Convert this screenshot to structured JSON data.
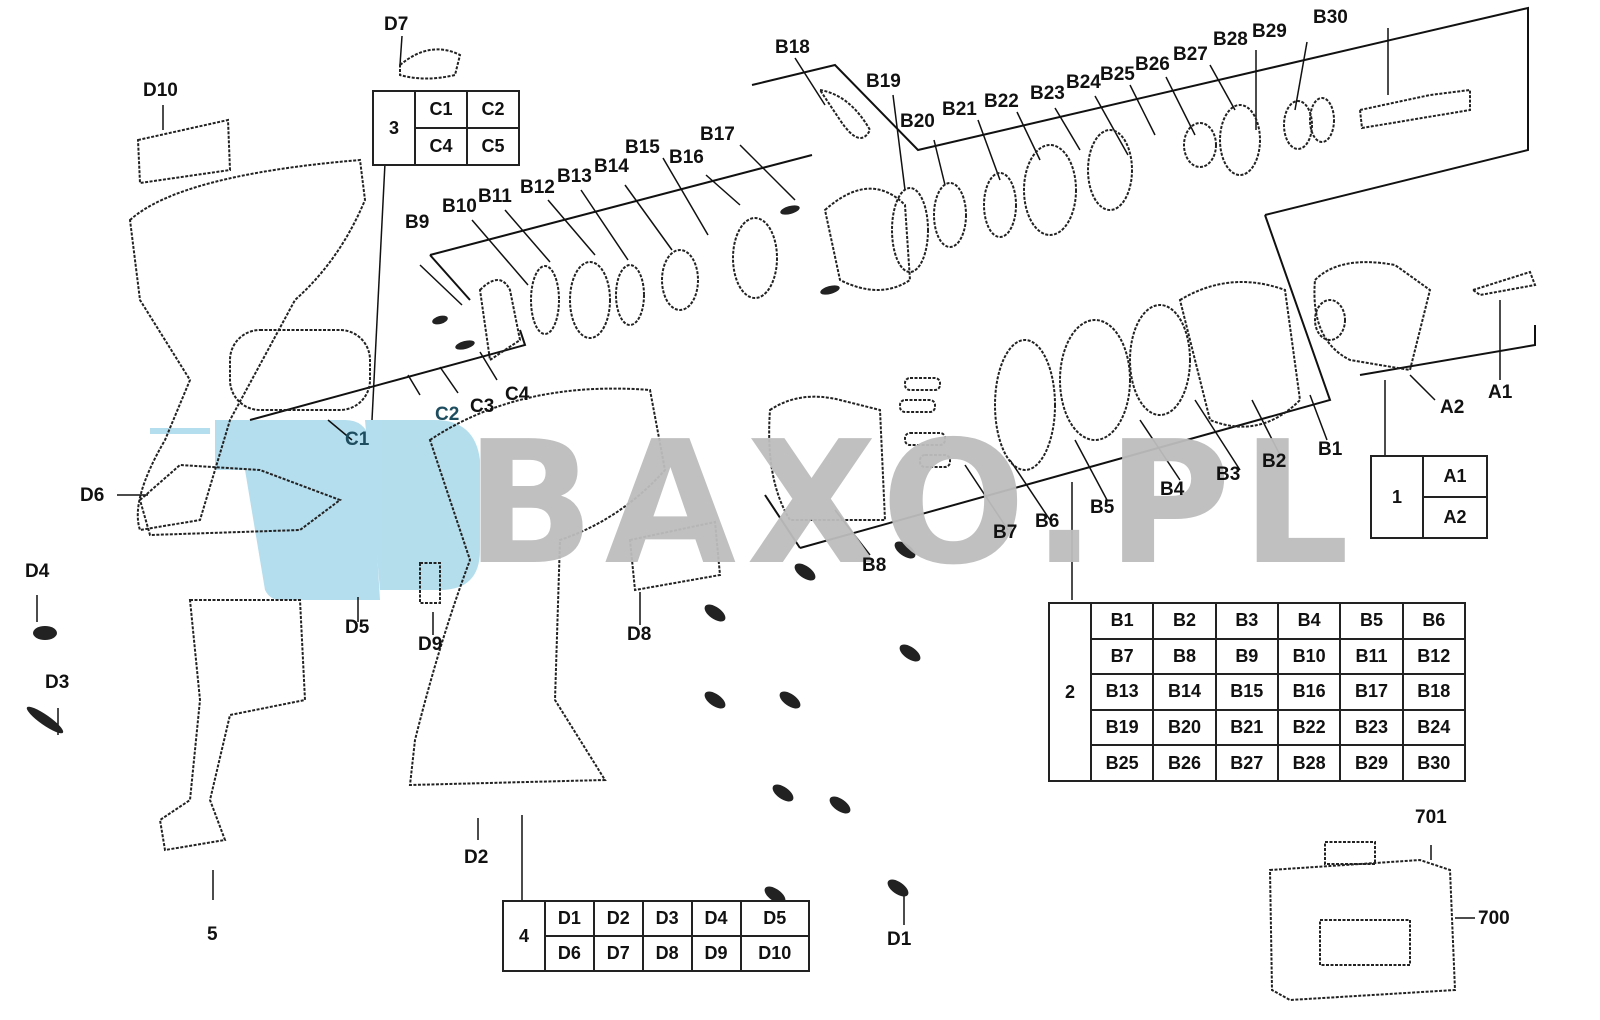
{
  "diagram": {
    "title": "Cordless drill/driver exploded parts diagram",
    "watermark": {
      "text": "BAXO.PL",
      "logo_color": "#a8d8ea",
      "text_color": "#bdbdbd"
    },
    "callouts": {
      "A1": "A1",
      "A2": "A2",
      "B1": "B1",
      "B2": "B2",
      "B3": "B3",
      "B4": "B4",
      "B5": "B5",
      "B6": "B6",
      "B7": "B7",
      "B8": "B8",
      "B9": "B9",
      "B10": "B10",
      "B11": "B11",
      "B12": "B12",
      "B13": "B13",
      "B14": "B14",
      "B15": "B15",
      "B16": "B16",
      "B17": "B17",
      "B18": "B18",
      "B19": "B19",
      "B20": "B20",
      "B21": "B21",
      "B22": "B22",
      "B23": "B23",
      "B24": "B24",
      "B25": "B25",
      "B26": "B26",
      "B27": "B27",
      "B28": "B28",
      "B29": "B29",
      "B30": "B30",
      "C1": "C1",
      "C2": "C2",
      "C3": "C3",
      "C4": "C4",
      "D1": "D1",
      "D2": "D2",
      "D3": "D3",
      "D4": "D4",
      "D5": "D5",
      "D6": "D6",
      "D7": "D7",
      "D8": "D8",
      "D9": "D9",
      "D10": "D10",
      "p5": "5",
      "p700": "700",
      "p701": "701"
    },
    "groups": {
      "g1": {
        "number": "1",
        "rows": [
          [
            "A1"
          ],
          [
            "A2"
          ]
        ]
      },
      "g2": {
        "number": "2",
        "rows": [
          [
            "B1",
            "B2",
            "B3",
            "B4",
            "B5",
            "B6"
          ],
          [
            "B7",
            "B8",
            "B9",
            "B10",
            "B11",
            "B12"
          ],
          [
            "B13",
            "B14",
            "B15",
            "B16",
            "B17",
            "B18"
          ],
          [
            "B19",
            "B20",
            "B21",
            "B22",
            "B23",
            "B24"
          ],
          [
            "B25",
            "B26",
            "B27",
            "B28",
            "B29",
            "B30"
          ]
        ]
      },
      "g3": {
        "number": "3",
        "rows": [
          [
            "C1",
            "C2"
          ],
          [
            "C4",
            "C5"
          ]
        ]
      },
      "g4": {
        "number": "4",
        "rows": [
          [
            "D1",
            "D2",
            "D3",
            "D4",
            "D5"
          ],
          [
            "D6",
            "D7",
            "D8",
            "D9",
            "D10"
          ]
        ]
      }
    }
  }
}
